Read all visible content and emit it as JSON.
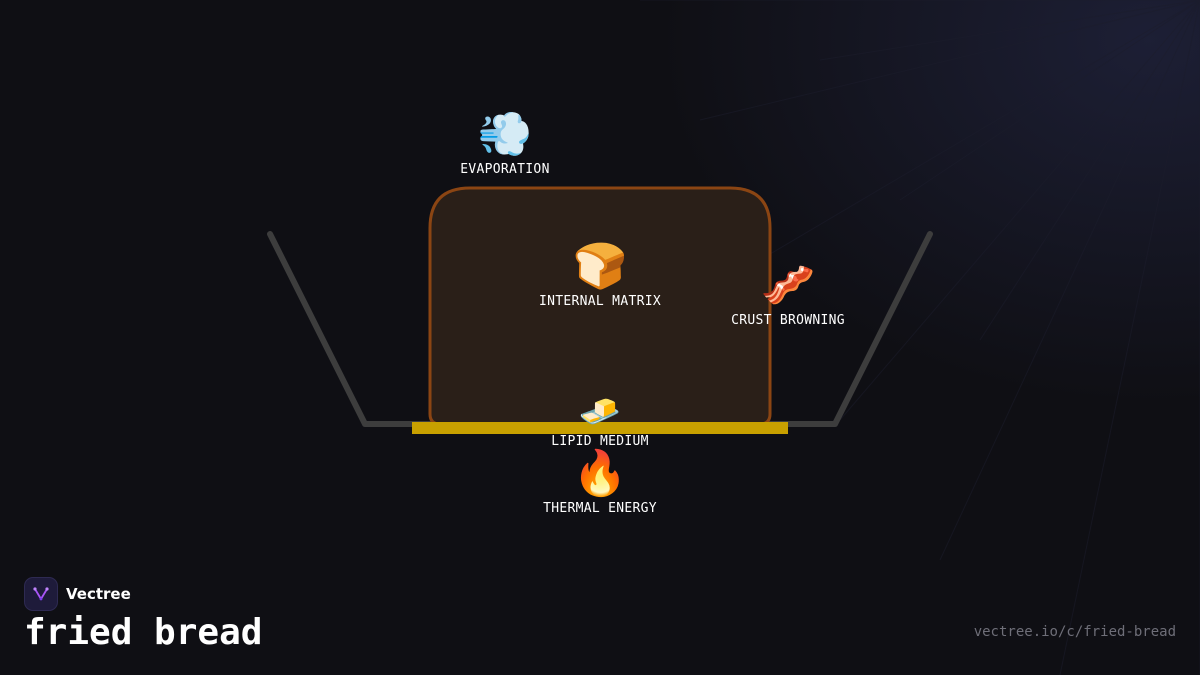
{
  "brand": {
    "name": "Vectree",
    "logo_icon": "vectree-logo-icon"
  },
  "title": "fried bread",
  "url": "vectree.io/c/fried-bread",
  "colors": {
    "background": "#0f0f14",
    "pan_outline": "#3d3d3d",
    "bread_fill": "#2a1f18",
    "bread_border": "#8b4513",
    "lipid_layer": "#c8a000",
    "logo_accent": "#a855f7"
  },
  "nodes": {
    "evaporation": {
      "icon": "dash-wind-icon",
      "glyph": "💨",
      "label": "EVAPORATION"
    },
    "internal_matrix": {
      "icon": "bread-icon",
      "glyph": "🍞",
      "label": "INTERNAL MATRIX"
    },
    "crust_browning": {
      "icon": "bacon-icon",
      "glyph": "🥓",
      "label": "CRUST BROWNING"
    },
    "lipid_medium": {
      "icon": "butter-icon",
      "glyph": "🧈",
      "label": "LIPID MEDIUM"
    },
    "thermal_energy": {
      "icon": "fire-icon",
      "glyph": "🔥",
      "label": "THERMAL ENERGY"
    }
  }
}
